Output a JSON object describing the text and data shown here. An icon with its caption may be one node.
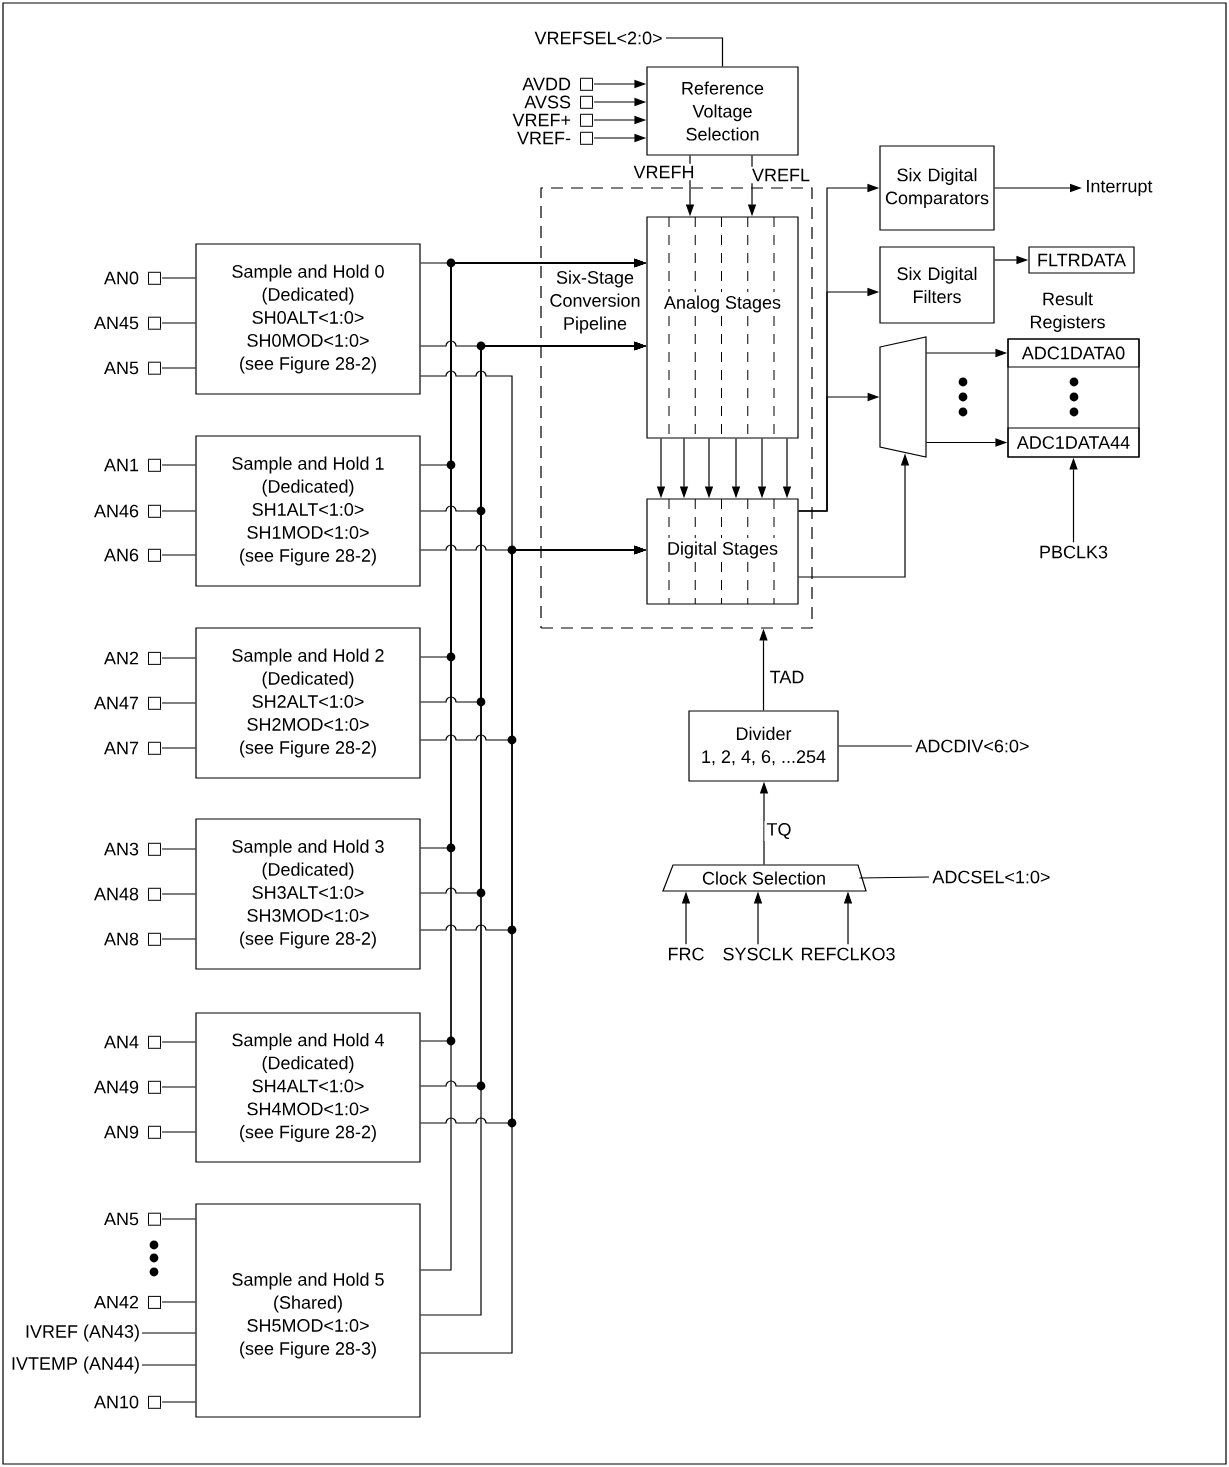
{
  "diagram": {
    "nodes": [
      {
        "text": [
          "VREFSEL<2:0>"
        ]
      },
      {
        "text": [
          "AVDD"
        ]
      },
      {
        "text": [
          "AVSS"
        ]
      },
      {
        "text": [
          "VREF+"
        ]
      },
      {
        "text": [
          "VREF-"
        ]
      },
      {
        "text": [
          "Reference Voltage Selection"
        ]
      },
      {
        "text": [
          "Six-Stage Conversion Pipeline"
        ]
      },
      {
        "text": [
          "Analog Stages"
        ],
        "in": 6
      },
      {
        "text": [
          "Digital Stages"
        ],
        "in": 6
      },
      {
        "text": [
          "Six Digital Comparators"
        ]
      },
      {
        "text": [
          "Interrupt"
        ]
      },
      {
        "text": [
          "Six Digital Filters"
        ]
      },
      {
        "text": [
          "FLTRDATA"
        ]
      },
      {
        "text": [],
        "shape": "trapezoid"
      },
      {
        "text": [
          "Result Registers"
        ]
      },
      {
        "text": [
          "ADC1DATA0"
        ],
        "in": 14
      },
      {
        "text": [
          "ADC1DATA44"
        ],
        "in": 14
      },
      {
        "text": [
          "PBCLK3"
        ]
      },
      {
        "text": [
          "Divider",
          "1, 2, 4, 6, ...254"
        ]
      },
      {
        "text": [
          "ADCDIV<6:0>"
        ]
      },
      {
        "text": [
          "Clock Selection"
        ]
      },
      {
        "text": [
          "ADCSEL<1:0>"
        ]
      },
      {
        "text": [
          "FRC"
        ]
      },
      {
        "text": [
          "SYSCLK"
        ]
      },
      {
        "text": [
          "REFCLKO3"
        ]
      },
      {
        "text": [
          "Sample and Hold 0",
          "(Dedicated)",
          "SH0ALT<1:0>",
          "SH0MOD<1:0>",
          "(see Figure 28-2)"
        ]
      },
      {
        "text": [
          "Sample and Hold 1",
          "(Dedicated)",
          "SH1ALT<1:0>",
          "SH1MOD<1:0>",
          "(see Figure 28-2)"
        ]
      },
      {
        "text": [
          "Sample and Hold 2",
          "(Dedicated)",
          "SH2ALT<1:0>",
          "SH2MOD<1:0>",
          "(see Figure 28-2)"
        ]
      },
      {
        "text": [
          "Sample and Hold 3",
          "(Dedicated)",
          "SH3ALT<1:0>",
          "SH3MOD<1:0>",
          "(see Figure 28-2)"
        ]
      },
      {
        "text": [
          "Sample and Hold 4",
          "(Dedicated)",
          "SH4ALT<1:0>",
          "SH4MOD<1:0>",
          "(see Figure 28-2)"
        ]
      },
      {
        "text": [
          "Sample and Hold 5",
          "(Shared)",
          "SH5MOD<1:0>",
          "(see Figure 28-3)"
        ]
      },
      {
        "text": [
          "AN0"
        ]
      },
      {
        "text": [
          "AN45"
        ]
      },
      {
        "text": [
          "AN5"
        ]
      },
      {
        "text": [
          "AN1"
        ]
      },
      {
        "text": [
          "AN46"
        ]
      },
      {
        "text": [
          "AN6"
        ]
      },
      {
        "text": [
          "AN2"
        ]
      },
      {
        "text": [
          "AN47"
        ]
      },
      {
        "text": [
          "AN7"
        ]
      },
      {
        "text": [
          "AN3"
        ]
      },
      {
        "text": [
          "AN48"
        ]
      },
      {
        "text": [
          "AN8"
        ]
      },
      {
        "text": [
          "AN4"
        ]
      },
      {
        "text": [
          "AN49"
        ]
      },
      {
        "text": [
          "AN9"
        ]
      },
      {
        "text": [
          "AN5"
        ]
      },
      {
        "text": [
          "AN42"
        ]
      },
      {
        "text": [
          "IVREF (AN43)"
        ]
      },
      {
        "text": [
          "IVTEMP (AN44)"
        ]
      },
      {
        "text": [
          "AN10"
        ]
      }
    ],
    "edges": [
      {
        "from": 0,
        "to": 5,
        "arrow": "none"
      },
      {
        "from": 1,
        "to": 5,
        "arrow": "to"
      },
      {
        "from": 2,
        "to": 5,
        "arrow": "to"
      },
      {
        "from": 3,
        "to": 5,
        "arrow": "to"
      },
      {
        "from": 4,
        "to": 5,
        "arrow": "to"
      },
      {
        "from": 5,
        "to": 7,
        "arrow": "to",
        "label": "VREFH"
      },
      {
        "from": 5,
        "to": 7,
        "arrow": "to",
        "label": "VREFL"
      },
      {
        "from": 7,
        "to": 8,
        "arrow": "to"
      },
      {
        "from": 7,
        "to": 8,
        "arrow": "to"
      },
      {
        "from": 7,
        "to": 8,
        "arrow": "to"
      },
      {
        "from": 7,
        "to": 8,
        "arrow": "to"
      },
      {
        "from": 7,
        "to": 8,
        "arrow": "to"
      },
      {
        "from": 7,
        "to": 8,
        "arrow": "to"
      },
      {
        "from": 25,
        "to": 7,
        "arrow": "to"
      },
      {
        "from": 25,
        "to": 7,
        "arrow": "to"
      },
      {
        "from": 25,
        "to": 8,
        "arrow": "to"
      },
      {
        "from": 26,
        "to": 7,
        "arrow": "to"
      },
      {
        "from": 26,
        "to": 7,
        "arrow": "to"
      },
      {
        "from": 26,
        "to": 8,
        "arrow": "to"
      },
      {
        "from": 27,
        "to": 7,
        "arrow": "to"
      },
      {
        "from": 27,
        "to": 7,
        "arrow": "to"
      },
      {
        "from": 27,
        "to": 8,
        "arrow": "to"
      },
      {
        "from": 28,
        "to": 7,
        "arrow": "to"
      },
      {
        "from": 28,
        "to": 7,
        "arrow": "to"
      },
      {
        "from": 28,
        "to": 8,
        "arrow": "to"
      },
      {
        "from": 29,
        "to": 7,
        "arrow": "to"
      },
      {
        "from": 29,
        "to": 7,
        "arrow": "to"
      },
      {
        "from": 29,
        "to": 8,
        "arrow": "to"
      },
      {
        "from": 30,
        "to": 7,
        "arrow": "to"
      },
      {
        "from": 30,
        "to": 7,
        "arrow": "to"
      },
      {
        "from": 30,
        "to": 8,
        "arrow": "to"
      },
      {
        "from": 8,
        "to": 9,
        "arrow": "to"
      },
      {
        "from": 8,
        "to": 11,
        "arrow": "to"
      },
      {
        "from": 8,
        "to": 13,
        "arrow": "to"
      },
      {
        "from": 8,
        "to": 13,
        "arrow": "to"
      },
      {
        "from": 9,
        "to": 10,
        "arrow": "to"
      },
      {
        "from": 11,
        "to": 12,
        "arrow": "to"
      },
      {
        "from": 13,
        "to": 15,
        "arrow": "to"
      },
      {
        "from": 13,
        "to": 16,
        "arrow": "to"
      },
      {
        "from": 17,
        "to": 14,
        "arrow": "to"
      },
      {
        "from": 18,
        "to": 6,
        "arrow": "to",
        "label": "TAD"
      },
      {
        "from": 20,
        "to": 18,
        "arrow": "to",
        "label": "TQ"
      },
      {
        "from": 18,
        "to": 19,
        "arrow": "none"
      },
      {
        "from": 20,
        "to": 21,
        "arrow": "none"
      },
      {
        "from": 22,
        "to": 20,
        "arrow": "to"
      },
      {
        "from": 23,
        "to": 20,
        "arrow": "to"
      },
      {
        "from": 24,
        "to": 20,
        "arrow": "to"
      },
      {
        "from": 31,
        "to": 25,
        "arrow": "none"
      },
      {
        "from": 32,
        "to": 25,
        "arrow": "none"
      },
      {
        "from": 33,
        "to": 25,
        "arrow": "none"
      },
      {
        "from": 34,
        "to": 26,
        "arrow": "none"
      },
      {
        "from": 35,
        "to": 26,
        "arrow": "none"
      },
      {
        "from": 36,
        "to": 26,
        "arrow": "none"
      },
      {
        "from": 37,
        "to": 27,
        "arrow": "none"
      },
      {
        "from": 38,
        "to": 27,
        "arrow": "none"
      },
      {
        "from": 39,
        "to": 27,
        "arrow": "none"
      },
      {
        "from": 40,
        "to": 28,
        "arrow": "none"
      },
      {
        "from": 41,
        "to": 28,
        "arrow": "none"
      },
      {
        "from": 42,
        "to": 28,
        "arrow": "none"
      },
      {
        "from": 43,
        "to": 29,
        "arrow": "none"
      },
      {
        "from": 44,
        "to": 29,
        "arrow": "none"
      },
      {
        "from": 45,
        "to": 29,
        "arrow": "none"
      },
      {
        "from": 46,
        "to": 30,
        "arrow": "none"
      },
      {
        "from": 47,
        "to": 30,
        "arrow": "none"
      },
      {
        "from": 48,
        "to": 30,
        "arrow": "none"
      },
      {
        "from": 49,
        "to": 30,
        "arrow": "none"
      },
      {
        "from": 50,
        "to": 30,
        "arrow": "none"
      }
    ]
  }
}
